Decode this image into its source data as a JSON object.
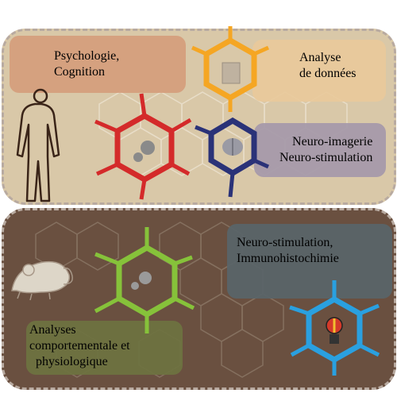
{
  "labels": {
    "psychology": "Psychologie,\nCognition",
    "data_analysis": "Analyse\nde données",
    "neuroimaging": "Neuro-imagerie\nNeuro-stimulation",
    "neurostim": "Neuro-stimulation,\nImmunohistochimie",
    "behavioral": "Analyses\ncomportementale et\n  physiologique"
  },
  "colors": {
    "top_panel": "#d9c8a8",
    "bottom_panel": "#6a5040",
    "psychology_box": "#d49a78",
    "data_box": "#e9c99a",
    "neuroimaging_box": "#a69aaa",
    "neurostim_box": "#5a6468",
    "behavioral_box": "#6e7240",
    "hex_orange": "#f5a623",
    "hex_red": "#d42a2a",
    "hex_navy": "#2a3278",
    "hex_green": "#86c23a",
    "hex_blue": "#2aa0e0"
  },
  "icons": [
    "human-body-icon",
    "rat-icon",
    "gears-icon",
    "brain-icon",
    "lightbulb-brain-icon",
    "document-icon"
  ]
}
